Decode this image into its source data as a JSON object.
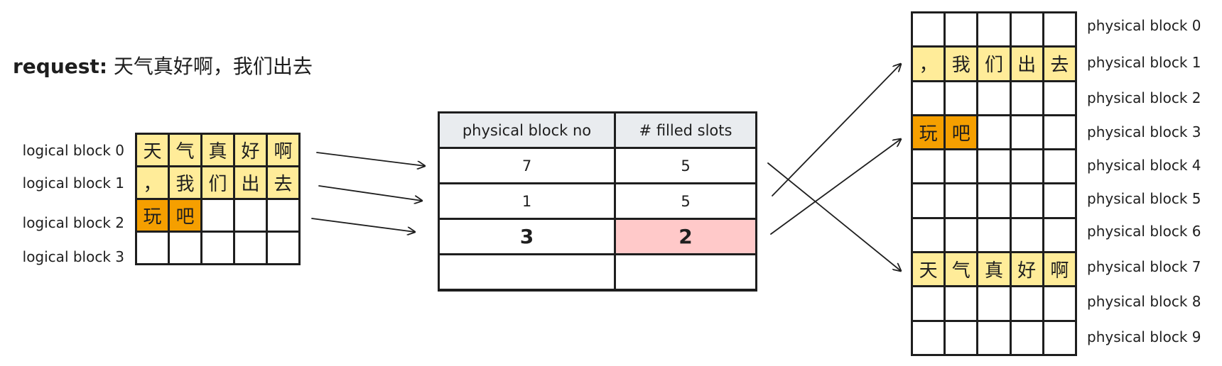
{
  "request": {
    "key": "request:",
    "text": "天气真好啊，我们出去"
  },
  "logical_labels": [
    "logical block 0",
    "logical block 1",
    "logical block 2",
    "logical block 3"
  ],
  "logical_blocks": [
    [
      {
        "c": "天",
        "s": "y"
      },
      {
        "c": "气",
        "s": "y"
      },
      {
        "c": "真",
        "s": "y"
      },
      {
        "c": "好",
        "s": "y"
      },
      {
        "c": "啊",
        "s": "y"
      }
    ],
    [
      {
        "c": "，",
        "s": "y"
      },
      {
        "c": "我",
        "s": "y"
      },
      {
        "c": "们",
        "s": "y"
      },
      {
        "c": "出",
        "s": "y"
      },
      {
        "c": "去",
        "s": "y"
      }
    ],
    [
      {
        "c": "玩",
        "s": "o"
      },
      {
        "c": "吧",
        "s": "o"
      },
      {
        "c": "",
        "s": ""
      },
      {
        "c": "",
        "s": ""
      },
      {
        "c": "",
        "s": ""
      }
    ],
    [
      {
        "c": "",
        "s": ""
      },
      {
        "c": "",
        "s": ""
      },
      {
        "c": "",
        "s": ""
      },
      {
        "c": "",
        "s": ""
      },
      {
        "c": "",
        "s": ""
      }
    ]
  ],
  "table": {
    "headers": [
      "physical block no",
      "# filled slots"
    ],
    "rows": [
      {
        "block": "7",
        "filled": "5"
      },
      {
        "block": "1",
        "filled": "5"
      },
      {
        "block": "3",
        "filled": "2"
      },
      {
        "block": "",
        "filled": ""
      }
    ],
    "highlight_color": "#ffc9c9"
  },
  "physical_labels": [
    "physical block 0",
    "physical block 1",
    "physical block 2",
    "physical block 3",
    "physical block 4",
    "physical block 5",
    "physical block 6",
    "physical block 7",
    "physical block 8",
    "physical block 9"
  ],
  "physical_blocks": [
    [
      {
        "c": "",
        "s": ""
      },
      {
        "c": "",
        "s": ""
      },
      {
        "c": "",
        "s": ""
      },
      {
        "c": "",
        "s": ""
      },
      {
        "c": "",
        "s": ""
      }
    ],
    [
      {
        "c": "，",
        "s": "y"
      },
      {
        "c": "我",
        "s": "y"
      },
      {
        "c": "们",
        "s": "y"
      },
      {
        "c": "出",
        "s": "y"
      },
      {
        "c": "去",
        "s": "y"
      }
    ],
    [
      {
        "c": "",
        "s": ""
      },
      {
        "c": "",
        "s": ""
      },
      {
        "c": "",
        "s": ""
      },
      {
        "c": "",
        "s": ""
      },
      {
        "c": "",
        "s": ""
      }
    ],
    [
      {
        "c": "玩",
        "s": "o"
      },
      {
        "c": "吧",
        "s": "o"
      },
      {
        "c": "",
        "s": ""
      },
      {
        "c": "",
        "s": ""
      },
      {
        "c": "",
        "s": ""
      }
    ],
    [
      {
        "c": "",
        "s": ""
      },
      {
        "c": "",
        "s": ""
      },
      {
        "c": "",
        "s": ""
      },
      {
        "c": "",
        "s": ""
      },
      {
        "c": "",
        "s": ""
      }
    ],
    [
      {
        "c": "",
        "s": ""
      },
      {
        "c": "",
        "s": ""
      },
      {
        "c": "",
        "s": ""
      },
      {
        "c": "",
        "s": ""
      },
      {
        "c": "",
        "s": ""
      }
    ],
    [
      {
        "c": "",
        "s": ""
      },
      {
        "c": "",
        "s": ""
      },
      {
        "c": "",
        "s": ""
      },
      {
        "c": "",
        "s": ""
      },
      {
        "c": "",
        "s": ""
      }
    ],
    [
      {
        "c": "天",
        "s": "y"
      },
      {
        "c": "气",
        "s": "y"
      },
      {
        "c": "真",
        "s": "y"
      },
      {
        "c": "好",
        "s": "y"
      },
      {
        "c": "啊",
        "s": "y"
      }
    ],
    [
      {
        "c": "",
        "s": ""
      },
      {
        "c": "",
        "s": ""
      },
      {
        "c": "",
        "s": ""
      },
      {
        "c": "",
        "s": ""
      },
      {
        "c": "",
        "s": ""
      }
    ],
    [
      {
        "c": "",
        "s": ""
      },
      {
        "c": "",
        "s": ""
      },
      {
        "c": "",
        "s": ""
      },
      {
        "c": "",
        "s": ""
      },
      {
        "c": "",
        "s": ""
      }
    ]
  ],
  "colors": {
    "filled": "#ffec99",
    "partial": "#f59f00",
    "header": "#e9ecef",
    "stroke": "#1e1e1e"
  }
}
